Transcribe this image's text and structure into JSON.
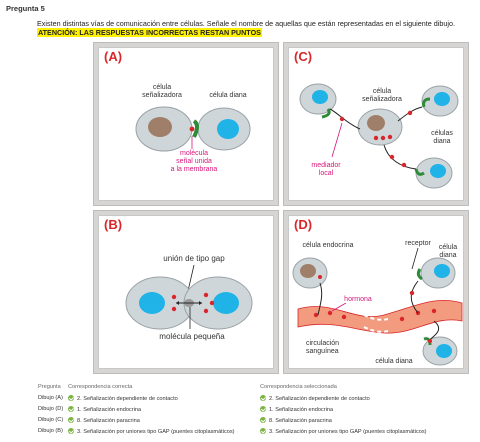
{
  "question": {
    "number": "Pregunta 5",
    "text": "Existen distintas vías de comunicación entre células. Señale el nombre de aquellas que están representadas en el siguiente dibujo.",
    "warning": "ATENCIÓN: LAS RESPUESTAS INCORRECTAS RESTAN PUNTOS"
  },
  "figure": {
    "panel_a": {
      "letter": "(A)",
      "signaling_cell_line1": "célula",
      "signaling_cell_line2": "señalizadora",
      "target_cell": "célula diana",
      "molecule_line1": "molécula",
      "molecule_line2": "señal unida",
      "molecule_line3": "a la membrana"
    },
    "panel_b": {
      "letter": "(B)",
      "gap_junction": "unión de tipo gap",
      "small_molecule": "molécula pequeña"
    },
    "panel_c": {
      "letter": "(C)",
      "signaling_cell_line1": "célula",
      "signaling_cell_line2": "señalizadora",
      "target_cells_line1": "células",
      "target_cells_line2": "diana",
      "mediator_line1": "mediador",
      "mediator_line2": "local"
    },
    "panel_d": {
      "letter": "(D)",
      "endocrine_cell": "célula endocrina",
      "receptor": "receptor",
      "target_cell_line1": "célula",
      "target_cell_line2": "diana",
      "hormone": "hormona",
      "circulation_line1": "circulación",
      "circulation_line2": "sanguínea",
      "target_cell_bottom": "célula diana"
    },
    "colors": {
      "red": "#d9262a",
      "magenta": "#d6177a",
      "cell_fill": "#cfd6da",
      "nucleus_blue": "#1fb3e8",
      "nucleus_brown": "#a07f6a",
      "receptor_green": "#2e8b3a",
      "vessel": "#f29b7f"
    }
  },
  "feedback": {
    "col_question": "Pregunta",
    "col_correct": "Correspondencia correcta",
    "col_selected": "Correspondencia seleccionada",
    "rows": [
      {
        "question": "Dibujo (A)",
        "correct": "2. Señalización dependiente de contacto",
        "selected": "2. Señalización dependiente de contacto"
      },
      {
        "question": "Dibujo (D)",
        "correct": "1. Señalización endocrina",
        "selected": "1. Señalización endocrina"
      },
      {
        "question": "Dibujo (C)",
        "correct": "8. Señalización paracrina",
        "selected": "8. Señalización paracrina"
      },
      {
        "question": "Dibujo (B)",
        "correct": "3. Señalización por uniones tipo GAP (puentes citoplasmáticos)",
        "selected": "3. Señalización por uniones tipo GAP (puentes citoplasmáticos)"
      }
    ]
  }
}
